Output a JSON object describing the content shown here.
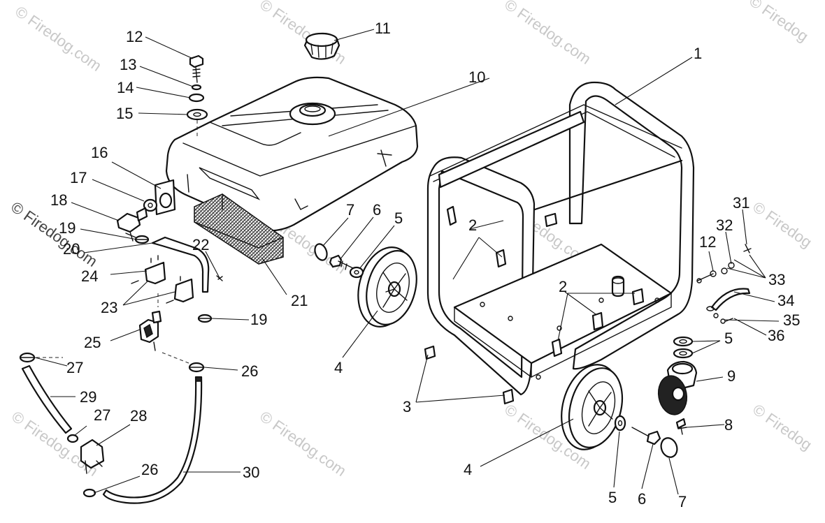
{
  "watermark": {
    "text": "© Firedog.com",
    "wrapped_line1": "© Firedog",
    "wrapped_line2": "com"
  },
  "callouts": {
    "c1": "1",
    "c2a": "2",
    "c2b": "2",
    "c3": "3",
    "c4a": "4",
    "c4b": "4",
    "c5a": "5",
    "c5b": "5",
    "c5c": "5",
    "c6a": "6",
    "c6b": "6",
    "c7a": "7",
    "c7b": "7",
    "c8": "8",
    "c9": "9",
    "c10": "10",
    "c11": "11",
    "c12a": "12",
    "c12b": "12",
    "c13": "13",
    "c14": "14",
    "c15": "15",
    "c16": "16",
    "c17": "17",
    "c18": "18",
    "c19a": "19",
    "c19b": "19",
    "c20": "20",
    "c21": "21",
    "c22": "22",
    "c23": "23",
    "c24": "24",
    "c25": "25",
    "c26a": "26",
    "c26b": "26",
    "c27a": "27",
    "c27b": "27",
    "c28": "28",
    "c29": "29",
    "c30": "30",
    "c31": "31",
    "c32": "32",
    "c33": "33",
    "c34": "34",
    "c35": "35",
    "c36": "36"
  }
}
